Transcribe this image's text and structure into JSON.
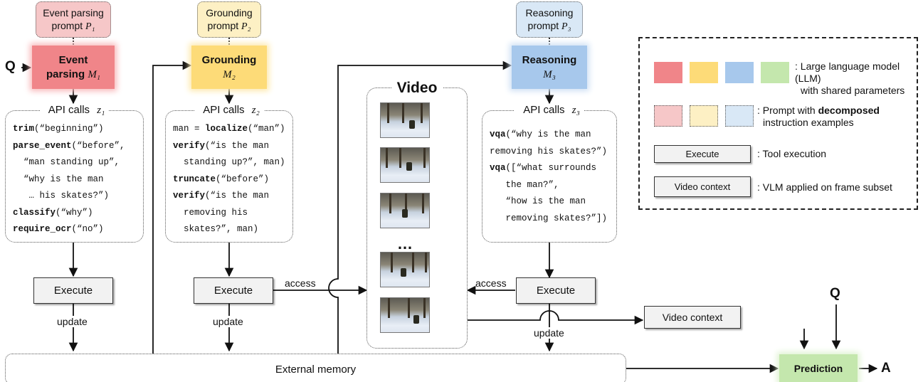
{
  "colors": {
    "event_parsing": "#f08589",
    "grounding": "#fddb78",
    "reasoning": "#a7c8ec",
    "prediction": "#c4e7ad",
    "event_prompt": "#f6c7c8",
    "grounding_prompt": "#fdf0c4",
    "reasoning_prompt": "#d9e8f6",
    "execute": "#f2f2f2"
  },
  "prompts": {
    "event": {
      "line1": "Event parsing",
      "line2": "prompt",
      "symbol": "P₁"
    },
    "grounding": {
      "line1": "Grounding",
      "line2": "prompt",
      "symbol": "P₂"
    },
    "reasoning": {
      "line1": "Reasoning",
      "line2": "prompt",
      "symbol": "P₃"
    }
  },
  "models": {
    "event": {
      "line1": "Event",
      "line2": "parsing",
      "symbol": "M₁"
    },
    "grounding": {
      "title": "Grounding",
      "symbol": "M₂"
    },
    "reasoning": {
      "title": "Reasoning",
      "symbol": "M₃"
    },
    "prediction": {
      "title": "Prediction"
    }
  },
  "api_calls": {
    "event": {
      "title": "API calls",
      "symbol": "z₁",
      "lines": [
        [
          {
            "f": "trim"
          },
          {
            "t": "(“beginning”)"
          }
        ],
        [
          {
            "f": "parse_event"
          },
          {
            "t": "(“before”,"
          }
        ],
        [
          {
            "t": "  “man standing up”,"
          }
        ],
        [
          {
            "t": "  “why is the man"
          }
        ],
        [
          {
            "t": "   … his skates?”)"
          }
        ],
        [
          {
            "f": "classify"
          },
          {
            "t": "(“why”)"
          }
        ],
        [
          {
            "f": "require_ocr"
          },
          {
            "t": "(“no”)"
          }
        ]
      ]
    },
    "grounding": {
      "title": "API calls",
      "symbol": "z₂",
      "lines": [
        [
          {
            "t": "man = "
          },
          {
            "f": "localize"
          },
          {
            "t": "(“man”)"
          }
        ],
        [
          {
            "f": "verify"
          },
          {
            "t": "(“is the man"
          }
        ],
        [
          {
            "t": "  standing up?”, man)"
          }
        ],
        [
          {
            "f": "truncate"
          },
          {
            "t": "(“before”)"
          }
        ],
        [
          {
            "f": "verify"
          },
          {
            "t": "(“is the man"
          }
        ],
        [
          {
            "t": "  removing his"
          }
        ],
        [
          {
            "t": "  skates?”, man)"
          }
        ]
      ]
    },
    "reasoning": {
      "title": "API calls",
      "symbol": "z₃",
      "lines": [
        [
          {
            "f": "vqa"
          },
          {
            "t": "(“why is the man"
          }
        ],
        [
          {
            "t": "removing his skates?”)"
          }
        ],
        [
          {
            "f": "vqa"
          },
          {
            "t": "([“what surrounds"
          }
        ],
        [
          {
            "t": "   the man?”,"
          }
        ],
        [
          {
            "t": "   “how is the man"
          }
        ],
        [
          {
            "t": "   removing skates?”])"
          }
        ]
      ]
    }
  },
  "execute_label": "Execute",
  "video_context_label": "Video context",
  "video_title": "Video",
  "ellipsis": "…",
  "edge_labels": {
    "access": "access",
    "update": "update"
  },
  "question": "Q",
  "answer": "A",
  "external_memory": "External memory",
  "legend": {
    "llm_line1": ": Large language model (LLM)",
    "llm_line2": "with shared parameters",
    "prompt_line1_pre": ": Prompt with ",
    "prompt_line1_bold": "decomposed",
    "prompt_line2": "instruction examples",
    "execute_box": "Execute",
    "execute_desc": ": Tool execution",
    "video_box": "Video context",
    "video_desc": ": VLM applied on frame subset"
  }
}
